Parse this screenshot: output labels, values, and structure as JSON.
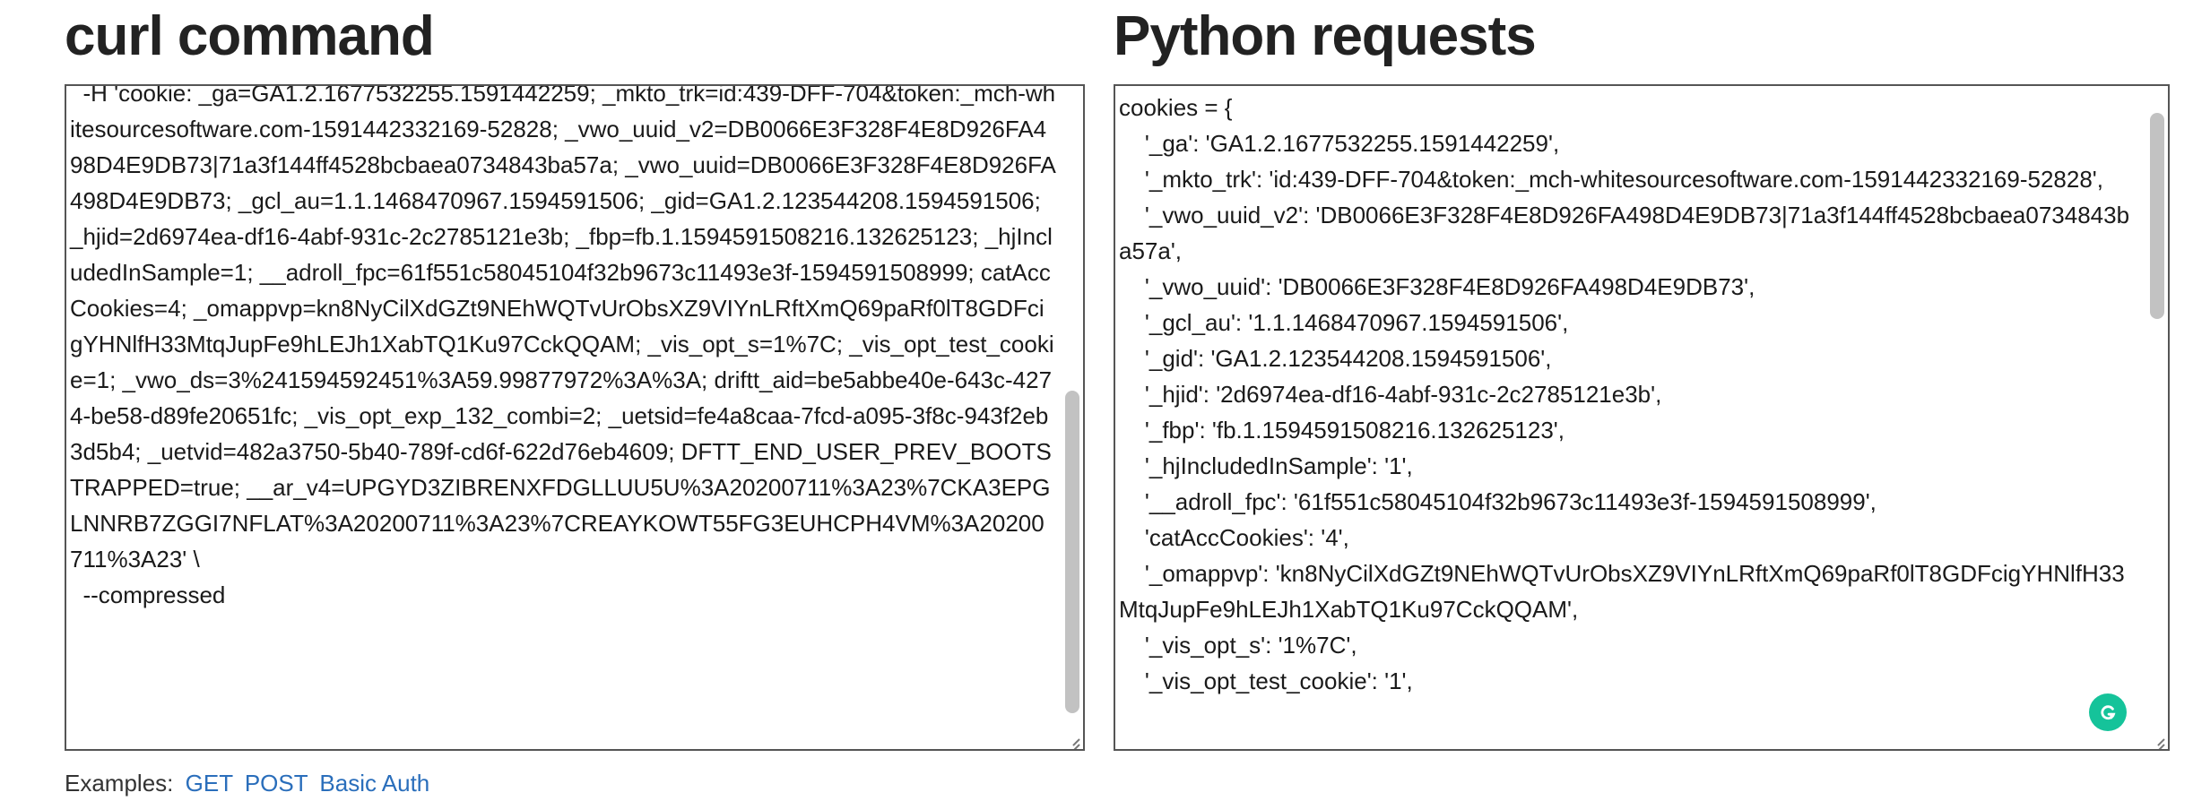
{
  "curl_panel": {
    "title": "curl command",
    "text": "  -H 'cookie: _ga=GA1.2.1677532255.1591442259; _mkto_trk=id:439-DFF-704&token:_mch-whitesourcesoftware.com-1591442332169-52828; _vwo_uuid_v2=DB0066E3F328F4E8D926FA498D4E9DB73|71a3f144ff4528bcbaea0734843ba57a; _vwo_uuid=DB0066E3F328F4E8D926FA498D4E9DB73; _gcl_au=1.1.1468470967.1594591506; _gid=GA1.2.123544208.1594591506; _hjid=2d6974ea-df16-4abf-931c-2c2785121e3b; _fbp=fb.1.1594591508216.132625123; _hjIncludedInSample=1; __adroll_fpc=61f551c58045104f32b9673c11493e3f-1594591508999; catAccCookies=4; _omappvp=kn8NyCilXdGZt9NEhWQTvUrObsXZ9VIYnLRftXmQ69paRf0lT8GDFcigYHNlfH33MtqJupFe9hLEJh1XabTQ1Ku97CckQQAM; _vis_opt_s=1%7C; _vis_opt_test_cookie=1; _vwo_ds=3%241594592451%3A59.99877972%3A%3A; driftt_aid=be5abbe40e-643c-4274-be58-d89fe20651fc; _vis_opt_exp_132_combi=2; _uetsid=fe4a8caa-7fcd-a095-3f8c-943f2eb3d5b4; _uetvid=482a3750-5b40-789f-cd6f-622d76eb4609; DFTT_END_USER_PREV_BOOTSTRAPPED=true; __ar_v4=UPGYD3ZIBRENXFDGLLUU5U%3A20200711%3A23%7CKA3EPGLNNRB7ZGGI7NFLAT%3A20200711%3A23%7CREAYKOWT55FG3EUHCPH4VM%3A20200711%3A23' \\\n  --compressed"
  },
  "python_panel": {
    "title": "Python requests",
    "text": "cookies = {\n    '_ga': 'GA1.2.1677532255.1591442259',\n    '_mkto_trk': 'id:439-DFF-704&token:_mch-whitesourcesoftware.com-1591442332169-52828',\n    '_vwo_uuid_v2': 'DB0066E3F328F4E8D926FA498D4E9DB73|71a3f144ff4528bcbaea0734843ba57a',\n    '_vwo_uuid': 'DB0066E3F328F4E8D926FA498D4E9DB73',\n    '_gcl_au': '1.1.1468470967.1594591506',\n    '_gid': 'GA1.2.123544208.1594591506',\n    '_hjid': '2d6974ea-df16-4abf-931c-2c2785121e3b',\n    '_fbp': 'fb.1.1594591508216.132625123',\n    '_hjIncludedInSample': '1',\n    '__adroll_fpc': '61f551c58045104f32b9673c11493e3f-1594591508999',\n    'catAccCookies': '4',\n    '_omappvp': 'kn8NyCilXdGZt9NEhWQTvUrObsXZ9VIYnLRftXmQ69paRf0lT8GDFcigYHNlfH33MtqJupFe9hLEJh1XabTQ1Ku97CckQQAM',\n    '_vis_opt_s': '1%7C',\n    '_vis_opt_test_cookie': '1',"
  },
  "examples": {
    "label": "Examples:",
    "links": [
      "GET",
      "POST",
      "Basic Auth"
    ]
  },
  "colors": {
    "link": "#2a6ebb",
    "grammarly": "#15c39a"
  },
  "icons": {
    "grammarly": "grammarly-icon",
    "resize": "resize-handle-icon"
  }
}
